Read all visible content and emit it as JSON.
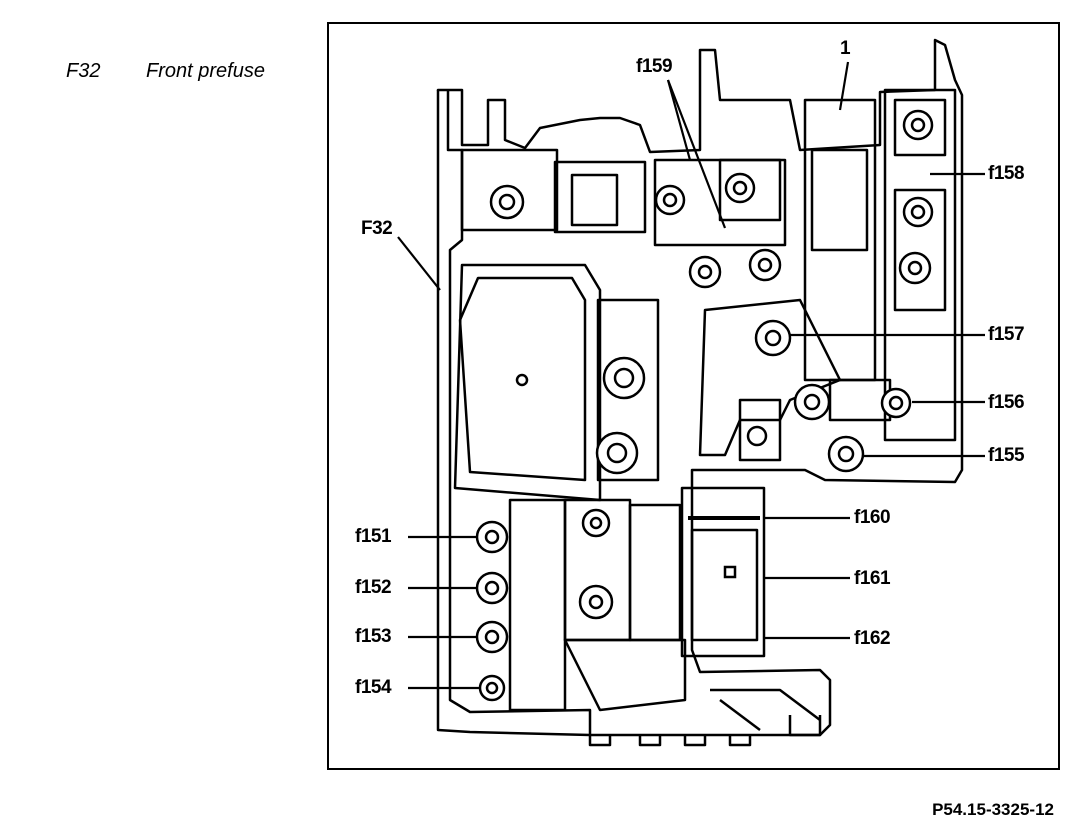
{
  "caption": {
    "code": "F32",
    "name": "Front prefuse"
  },
  "labels": {
    "one": "1",
    "f159": "f159",
    "f158": "f158",
    "f32": "F32",
    "f157": "f157",
    "f156": "f156",
    "f155": "f155",
    "f160": "f160",
    "f161": "f161",
    "f162": "f162",
    "f151": "f151",
    "f152": "f152",
    "f153": "f153",
    "f154": "f154"
  },
  "figure_id": "P54.15-3325-12"
}
